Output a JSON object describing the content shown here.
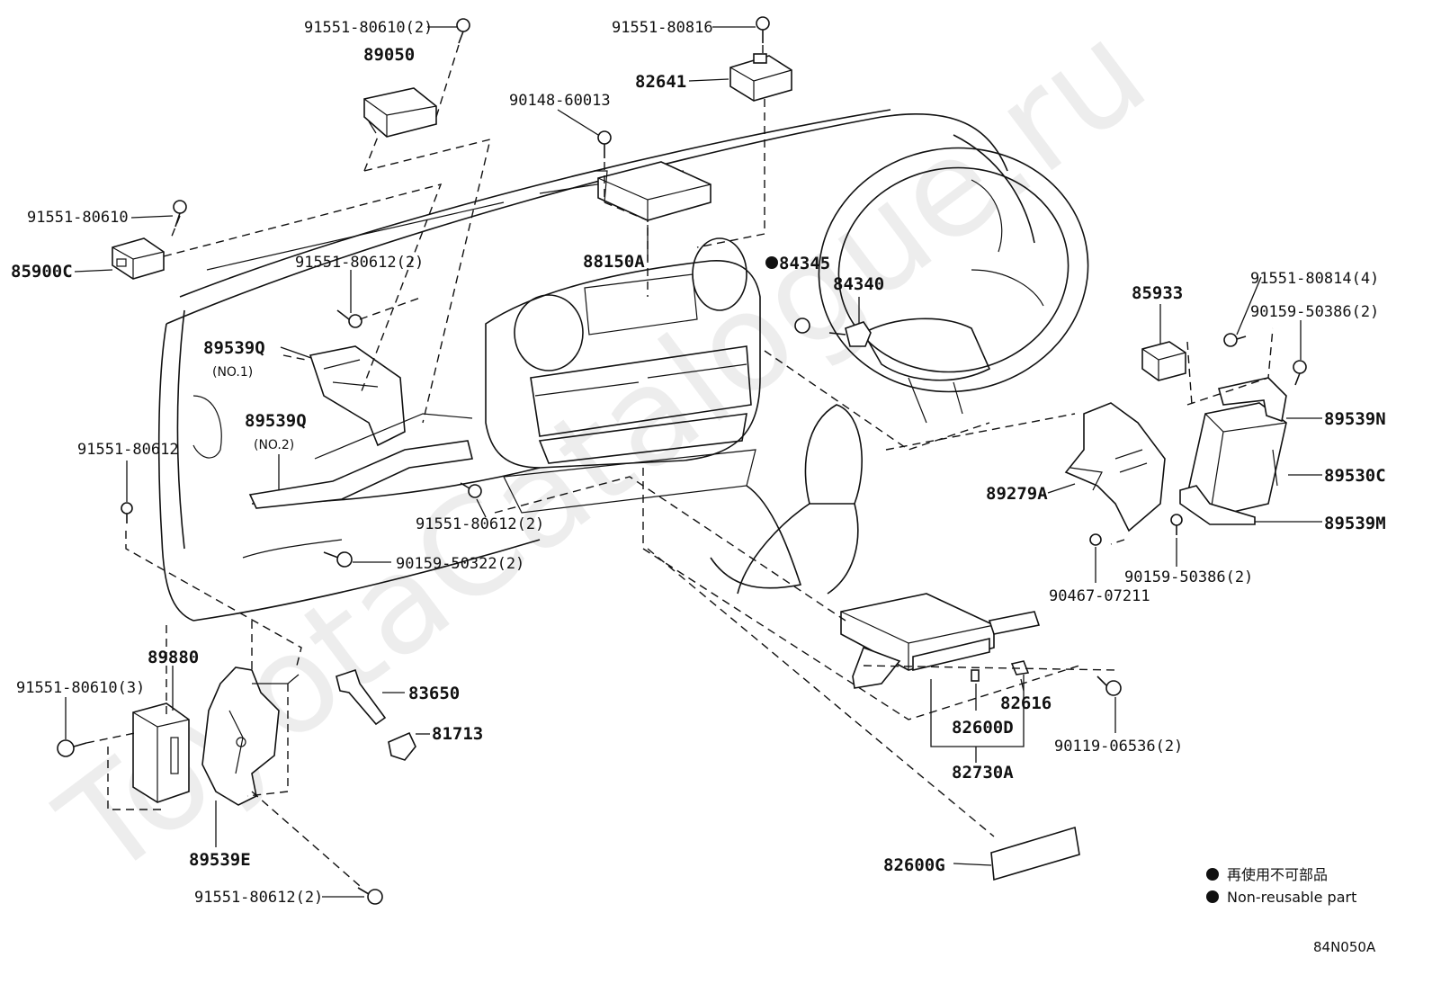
{
  "diagram": {
    "watermark": "ToyotaCatalogue.ru",
    "figure_code": "84N050A",
    "legend": {
      "items": [
        {
          "symbol": "filled-circle",
          "label": "再使用不可部品"
        },
        {
          "symbol": "filled-circle",
          "label": "Non-reusable part"
        }
      ]
    },
    "callouts": [
      {
        "id": "c01",
        "text": "91551-80610(2)"
      },
      {
        "id": "c02",
        "text": "89050"
      },
      {
        "id": "c03",
        "text": "91551-80816"
      },
      {
        "id": "c04",
        "text": "82641"
      },
      {
        "id": "c05",
        "text": "90148-60013"
      },
      {
        "id": "c06",
        "text": "91551-80610"
      },
      {
        "id": "c07",
        "text": "85900C"
      },
      {
        "id": "c08",
        "text": "88150A"
      },
      {
        "id": "c09",
        "text": "84345"
      },
      {
        "id": "c10",
        "text": "91551-80612(2)"
      },
      {
        "id": "c11",
        "text": "84340"
      },
      {
        "id": "c12",
        "text": "85933"
      },
      {
        "id": "c13",
        "text": "91551-80814(4)"
      },
      {
        "id": "c14",
        "text": "90159-50386(2)"
      },
      {
        "id": "c15",
        "text": "89539Q"
      },
      {
        "id": "c16",
        "text": "(NO.1)"
      },
      {
        "id": "c17",
        "text": "89539Q"
      },
      {
        "id": "c18",
        "text": "(NO.2)"
      },
      {
        "id": "c19",
        "text": "89539N"
      },
      {
        "id": "c20",
        "text": "91551-80612"
      },
      {
        "id": "c21",
        "text": "89530C"
      },
      {
        "id": "c22",
        "text": "89279A"
      },
      {
        "id": "c23",
        "text": "91551-80612(2)"
      },
      {
        "id": "c24",
        "text": "89539M"
      },
      {
        "id": "c25",
        "text": "90159-50322(2)"
      },
      {
        "id": "c26",
        "text": "90159-50386(2)"
      },
      {
        "id": "c27",
        "text": "90467-07211"
      },
      {
        "id": "c28",
        "text": "89880"
      },
      {
        "id": "c29",
        "text": "91551-80610(3)"
      },
      {
        "id": "c30",
        "text": "83650"
      },
      {
        "id": "c31",
        "text": "81713"
      },
      {
        "id": "c32",
        "text": "82616"
      },
      {
        "id": "c33",
        "text": "82600D"
      },
      {
        "id": "c34",
        "text": "90119-06536(2)"
      },
      {
        "id": "c35",
        "text": "82730A"
      },
      {
        "id": "c36",
        "text": "89539E"
      },
      {
        "id": "c37",
        "text": "82600G"
      },
      {
        "id": "c38",
        "text": "91551-80612(2)"
      }
    ]
  }
}
